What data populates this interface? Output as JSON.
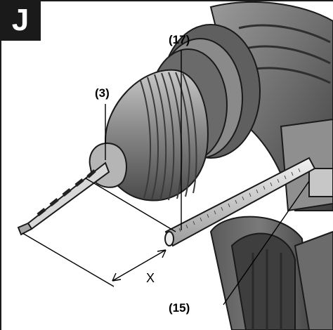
{
  "figure": {
    "badge_letter": "J",
    "callouts": {
      "depth_stop_top": "(17)",
      "drill_chuck": "(3)",
      "handle_clamp": "(15)"
    },
    "dimension_label": "X"
  },
  "colors": {
    "outline": "#1a1a1a",
    "tool_body": "#7b7b7b",
    "tool_dark": "#3f3f3f",
    "tool_light": "#b9b9b9"
  }
}
